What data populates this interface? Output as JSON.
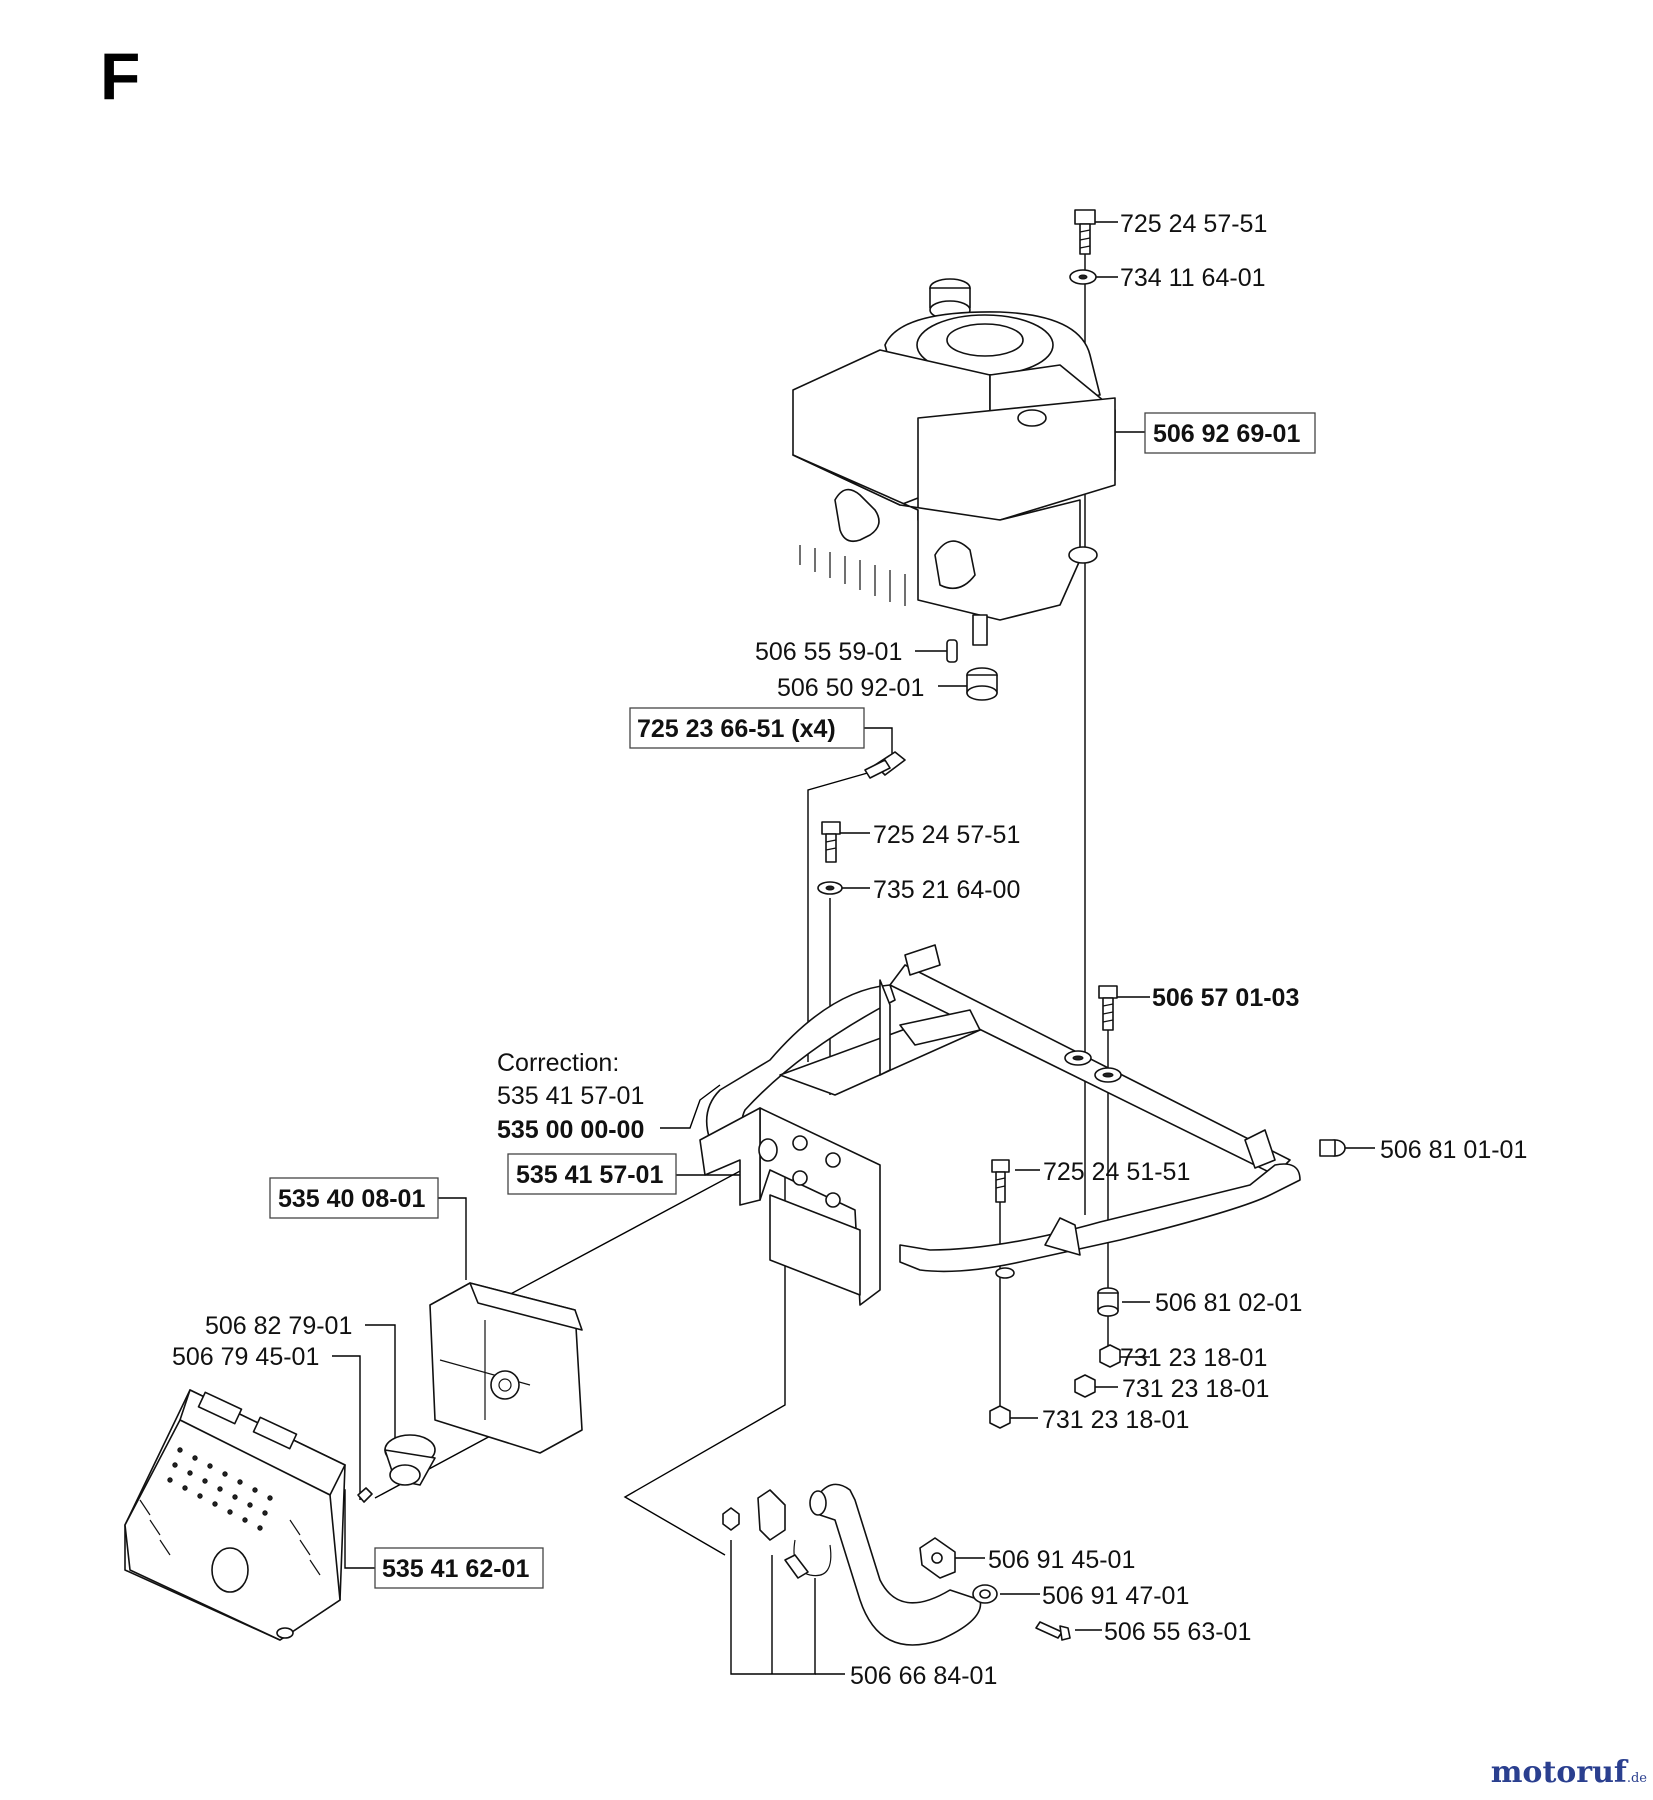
{
  "section": "F",
  "watermark": {
    "brand": "motoruf",
    "tld": ".de"
  },
  "labels": {
    "bolt_top": "725 24 57-51",
    "washer_top": "734 11 64-01",
    "engine": "506 92 69-01",
    "key": "506 55 59-01",
    "spacer": "506 50 92-01",
    "engine_bolts": "725 23 66-51 (x4)",
    "bolt_mid": "725 24 57-51",
    "washer_mid": "735 21 64-00",
    "bolt_right": "506 57 01-03",
    "correction_title": "Correction:",
    "correction_num": "535 41 57-01",
    "frame": "535 00 00-00",
    "bracket": "535 41 57-01",
    "plug": "506 81 01-01",
    "bolt_frame": "725 24 51-51",
    "muffler": "535 40 08-01",
    "bushing": "506 81 02-01",
    "nut_a": "731 23 18-01",
    "nut_b": "731 23 18-01",
    "nut_c": "731 23 18-01",
    "deflector_screw": "506 82 79-01",
    "deflector": "506 79 45-01",
    "muffler_guard": "535 41 62-01",
    "gasket": "506 91 45-01",
    "flange": "506 91 47-01",
    "screw_pipe": "506 55 63-01",
    "clamp_kit": "506 66 84-01"
  }
}
